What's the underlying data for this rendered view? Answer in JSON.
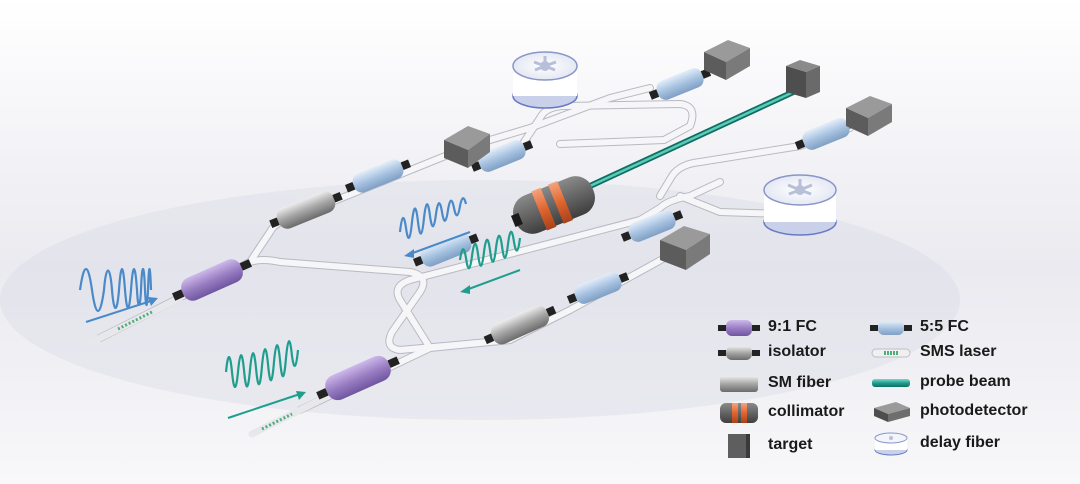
{
  "legend": {
    "items": [
      {
        "key": "fc91",
        "label": "9:1 FC",
        "icon": "coupler-9-1-icon"
      },
      {
        "key": "isolator",
        "label": "isolator",
        "icon": "isolator-icon"
      },
      {
        "key": "smfiber",
        "label": "SM fiber",
        "icon": "sm-fiber-icon"
      },
      {
        "key": "collimator",
        "label": "collimator",
        "icon": "collimator-icon"
      },
      {
        "key": "target",
        "label": "target",
        "icon": "target-icon"
      },
      {
        "key": "fc55",
        "label": "5:5 FC",
        "icon": "coupler-5-5-icon"
      },
      {
        "key": "sms",
        "label": "SMS laser",
        "icon": "sms-laser-icon"
      },
      {
        "key": "probe",
        "label": "probe beam",
        "icon": "probe-beam-icon"
      },
      {
        "key": "pd",
        "label": "photodetector",
        "icon": "photodetector-icon"
      },
      {
        "key": "delay",
        "label": "delay fiber",
        "icon": "delay-fiber-icon"
      }
    ]
  },
  "colors": {
    "coupler_9_1": "#9b7fc4",
    "coupler_5_5": "#a9c4e2",
    "isolator": "#a5a5a5",
    "collimator_band": "#e0652f",
    "probe_beam": "#1f9e8e",
    "blue_wave": "#4a8ac9",
    "teal_wave": "#1f9e8e",
    "photodetector": "#6e6e6e",
    "target": "#6a6a6a",
    "fiber": "#f4f4f4"
  }
}
